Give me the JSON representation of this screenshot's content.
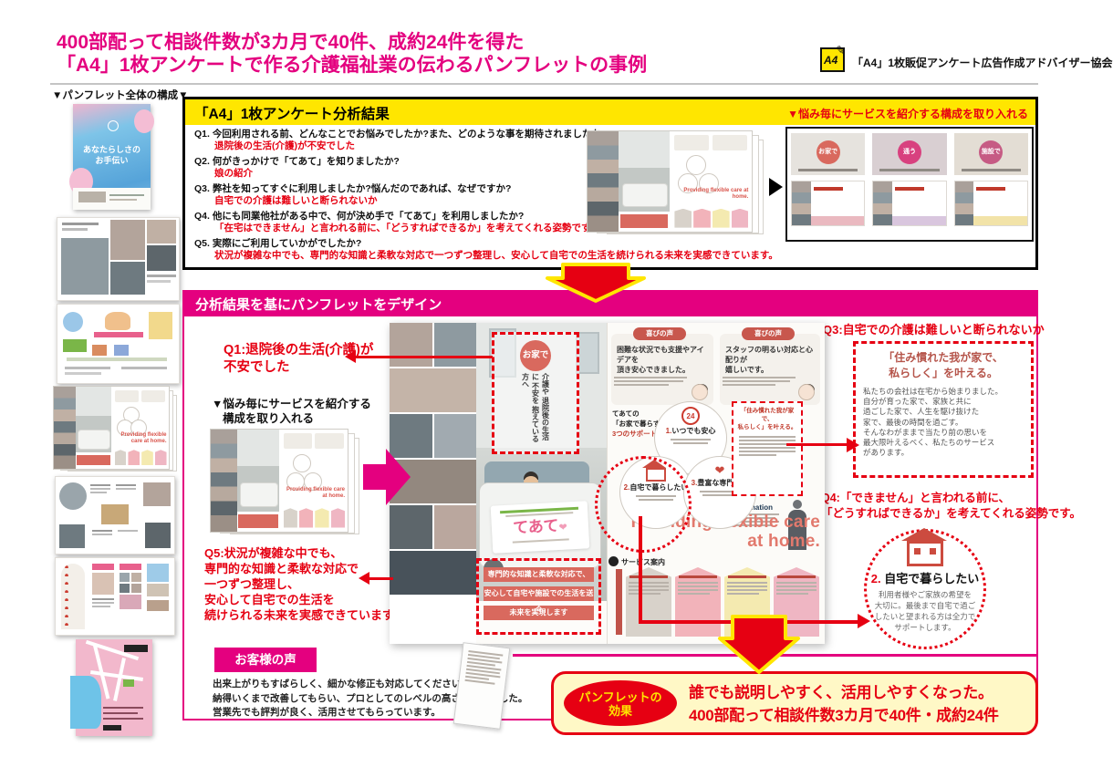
{
  "page": {
    "title_line1": "400部配って相談件数が3カ月で40件、成約24件を得た",
    "title_line2": "「A4」1枚アンケートで作る介護福祉業の伝わるパンフレットの事例",
    "logo_text": "A4",
    "association": "「A4」1枚販促アンケート広告作成アドバイザー協会"
  },
  "icons": {
    "pencil": "✎",
    "heart": "❤"
  },
  "sidebar": {
    "heading": "▼パンフレット全体の構成▼",
    "cover_title_line1": "あなたらしさの",
    "cover_title_line2": "お手伝い"
  },
  "analysis": {
    "title": "「A4」1枚アンケート分析結果",
    "note": "▼悩み毎にサービスを紹介する構成を取り入れる",
    "items": [
      {
        "no": "Q1.",
        "question": "今回利用される前、どんなことでお悩みでしたか?また、どのような事を期待されましたか?",
        "answer": "退院後の生活(介護)が不安でした"
      },
      {
        "no": "Q2.",
        "question": "何がきっかけで「てあて」を知りましたか?",
        "answer": "娘の紹介"
      },
      {
        "no": "Q3.",
        "question": "弊社を知ってすぐに利用しましたか?悩んだのであれば、なぜですか?",
        "answer": "自宅での介護は難しいと断られないか"
      },
      {
        "no": "Q4.",
        "question": "他にも同業他社がある中で、何が決め手で「てあて」を利用しましたか?",
        "answer": "「在宅はできません」と言われる前に、「どうすればできるか」を考えてくれる姿勢です。"
      },
      {
        "no": "Q5.",
        "question": "実際にご利用していかがでしたか?",
        "answer": "状況が複雑な中でも、専門的な知識と柔軟な対応で一つずつ整理し、安心して自宅での生活を続けられる未来を実感できています。"
      }
    ],
    "panel": {
      "labels": [
        "お家で",
        "通う",
        "施設で"
      ]
    }
  },
  "design": {
    "bar_title": "分析結果を基にパンフレットをデザイン",
    "q1_lines": [
      "Q1:退院後の生活(介護)が",
      "不安でした"
    ],
    "note_lines": [
      "▼悩み毎にサービスを紹介する",
      "構成を取り入れる"
    ],
    "q5_lines": [
      "Q5:状況が複雑な中でも、",
      "専門的な知識と柔軟な対応で",
      "一つずつ整理し、",
      "安心して自宅での生活を",
      "続けられる未来を実感できています。"
    ],
    "q3_label": "Q3:自宅での介護は難しいと断られないか",
    "q3_quote": {
      "title_lines": [
        "「住み慣れた我が家で、",
        "私らしく」を叶える。"
      ],
      "body_lines": [
        "私たちの会社は在宅から始まりました。",
        "自分が育った家で、家族と共に",
        "過ごした家で、人生を駆け抜けた",
        "家で、最後の時間を過ごす。",
        "そんなわがままで当たり前の思いを",
        "最大限叶えるべく、私たちのサービス",
        "があります。"
      ]
    },
    "q4_lines": [
      "Q4:「できません」と言われる前に、",
      "「どうすればできるか」を考えてくれる姿勢です。"
    ],
    "circle2": {
      "number": "2.",
      "title": "自宅で暮らしたい",
      "body_lines": [
        "利用者様やご家族の希望を",
        "大切に。最後まで自宅で過ご",
        "したいと望まれる方は全力で",
        "サポートします。"
      ]
    }
  },
  "pamphlet": {
    "home_circle": "お家で",
    "home_vertical_cols": [
      "介護や",
      "退院後の生活に",
      "不安を",
      "抱えている方へ"
    ],
    "brand": "てあて",
    "banner_lines": [
      "専門的な知識と柔軟な対応で、",
      "安心して自宅や施設での生活を送る",
      "未来を実現します"
    ],
    "voice_label": "喜びの声",
    "voice1_lines": [
      "困難な状況でも支援やアイデアを",
      "頂き安心できました。"
    ],
    "voice2_lines": [
      "スタッフの明るい対応と心配りが",
      "嬉しいです。"
    ],
    "support_intro_lines": [
      "てあての",
      "「お家で暮らす」",
      "3つのサポート"
    ],
    "supports": [
      {
        "no": "1.",
        "label": "いつでも安心"
      },
      {
        "no": "2.",
        "label": "自宅で暮らしたい"
      },
      {
        "no": "3.",
        "label": "豊富な専門知識"
      }
    ],
    "badge_24": "24",
    "quote_title_lines": [
      "「住み慣れた我が家で、",
      "私らしく」を叶える。"
    ],
    "info_label": "Information",
    "headline_lines": [
      "Providing flexible care",
      "at home."
    ],
    "headline_full": "Providing flexible care at home.",
    "service_label": "サービス案内"
  },
  "customer_voice": {
    "label": "お客様の声",
    "lines": [
      "出来上がりもすばらしく、細かな修正も対応してくださいました。",
      "納得いくまで改善してもらい、プロとしてのレベルの高さを感じました。",
      "営業先でも評判が良く、活用させてもらっています。"
    ]
  },
  "effect": {
    "badge_lines": [
      "パンフレットの",
      "効果"
    ],
    "lines": [
      "誰でも説明しやすく、活用しやすくなった。",
      "400部配って相談件数3カ月で40件・成約24件"
    ]
  },
  "colors": {
    "magenta": "#e4007f",
    "red": "#e60012",
    "yellow": "#ffe600",
    "effect_bg": "#fff8c6",
    "salmon": "#d9695e"
  }
}
